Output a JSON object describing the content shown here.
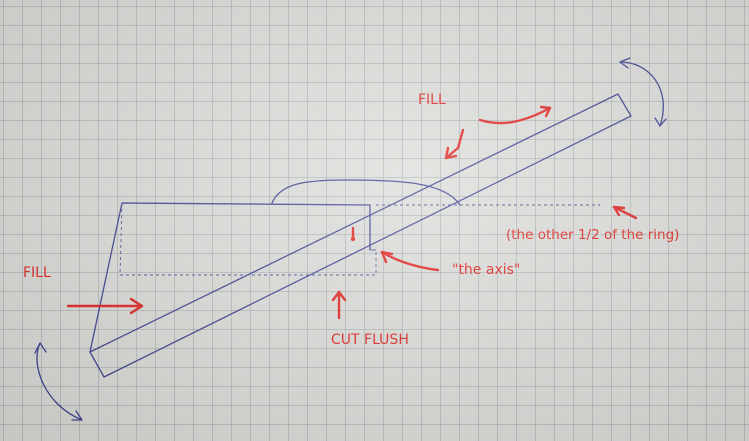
{
  "labels": {
    "fill_top": "FILL",
    "fill_left": "FILL",
    "other_half": "(the other 1/2 of the ring)",
    "the_axis": "\"the axis\"",
    "cut_flush": "CUT FLUSH"
  },
  "colors": {
    "ink": "#3a3f8f",
    "annotation": "#e0201c",
    "paper": "#dcddd9"
  }
}
